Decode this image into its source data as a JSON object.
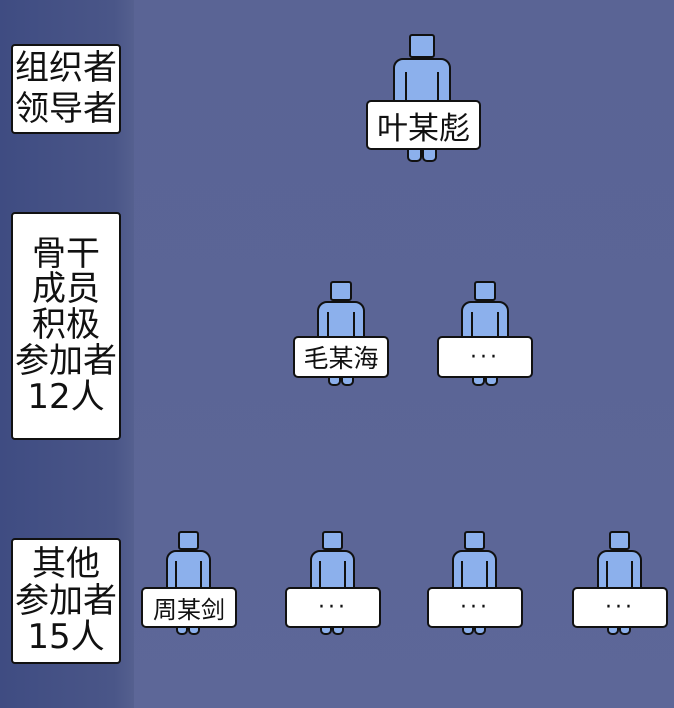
{
  "colors": {
    "background": "#5a6495",
    "left_band": "#44508a",
    "figure_fill": "#8cb0ec",
    "outline": "#111111",
    "card_fill": "#ffffff"
  },
  "tiers": [
    {
      "label_lines": [
        "组织者",
        "领导者"
      ],
      "members": [
        {
          "name": "叶某彪",
          "icon": "person-icon"
        }
      ]
    },
    {
      "label_lines": [
        "骨干",
        "成员",
        "积极",
        "参加者",
        "12人"
      ],
      "members": [
        {
          "name": "毛某海",
          "icon": "person-icon"
        },
        {
          "name": "···",
          "icon": "person-icon"
        }
      ]
    },
    {
      "label_lines": [
        "其他",
        "参加者",
        "15人"
      ],
      "members": [
        {
          "name": "周某剑",
          "icon": "person-icon"
        },
        {
          "name": "···",
          "icon": "person-icon"
        },
        {
          "name": "···",
          "icon": "person-icon"
        },
        {
          "name": "···",
          "icon": "person-icon"
        }
      ]
    }
  ]
}
